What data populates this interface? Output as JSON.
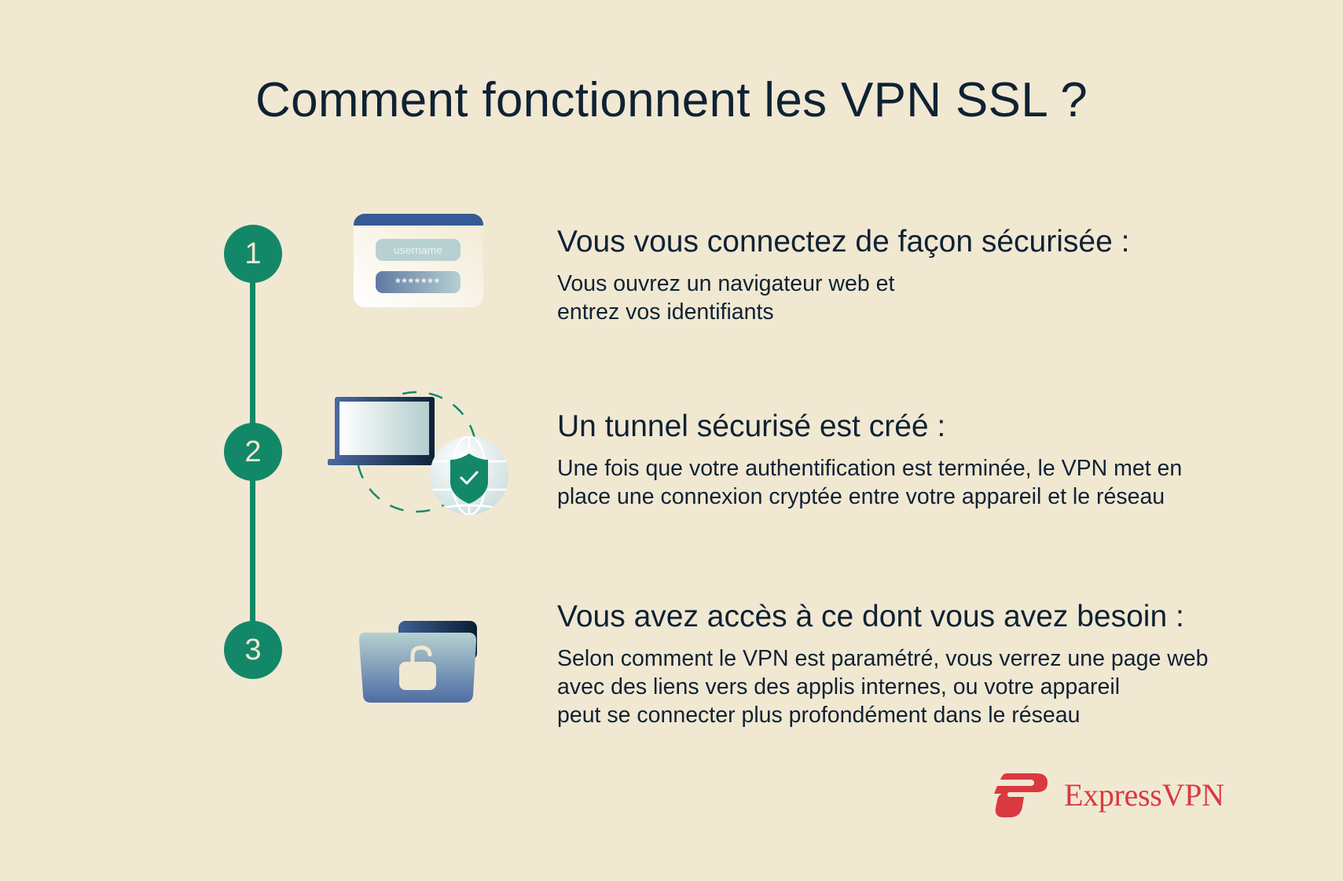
{
  "title": "Comment fonctionnent les VPN SSL ?",
  "colors": {
    "background": "#f1e8d2",
    "text": "#0f2234",
    "accent_green": "#138869",
    "brand_red": "#da3940",
    "navy": "#365a97"
  },
  "steps": [
    {
      "number": "1",
      "icon": "login-form-icon",
      "heading": "Vous vous connectez de façon sécurisée :",
      "body": "Vous ouvrez un navigateur web et\nentrez vos identifiants",
      "illustration": {
        "username_placeholder": "username",
        "password_mask": "*******"
      }
    },
    {
      "number": "2",
      "icon": "laptop-globe-shield-icon",
      "heading": "Un tunnel sécurisé est créé :",
      "body": "Une fois que votre authentification est terminée, le VPN met en\nplace une connexion cryptée entre votre appareil et le réseau"
    },
    {
      "number": "3",
      "icon": "folder-unlocked-icon",
      "heading": "Vous avez accès à ce dont vous avez besoin :",
      "body": "Selon comment le VPN est paramétré, vous verrez une page web\navec des liens vers des applis internes, ou votre appareil\npeut se connecter plus profondément dans le réseau"
    }
  ],
  "brand": {
    "name": "ExpressVPN"
  }
}
